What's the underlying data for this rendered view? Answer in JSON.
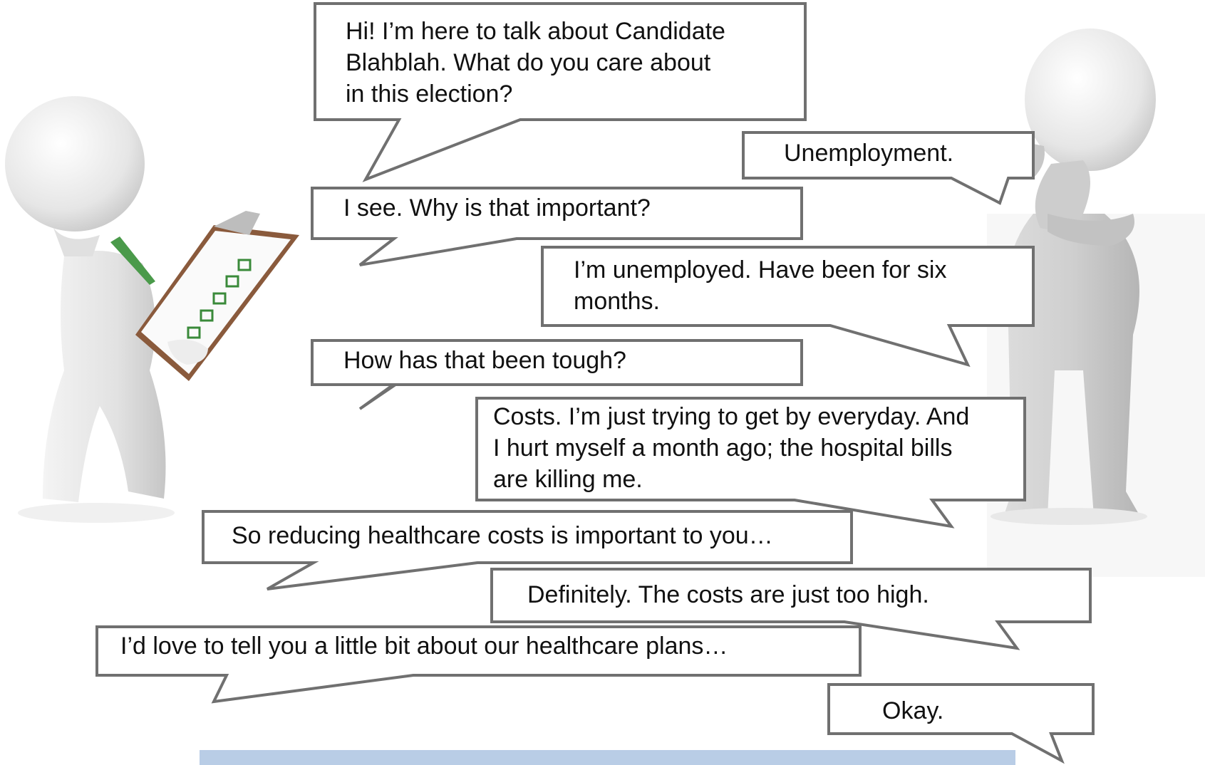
{
  "dialogue": [
    {
      "speaker": "canvasser",
      "text": "Hi! I’m here to talk about Candidate\nBlahblah. What do you care about\nin this election?"
    },
    {
      "speaker": "voter",
      "text": "Unemployment."
    },
    {
      "speaker": "canvasser",
      "text": "I see. Why is that important?"
    },
    {
      "speaker": "voter",
      "text": "I’m unemployed. Have been for six\nmonths."
    },
    {
      "speaker": "canvasser",
      "text": "How has that been tough?"
    },
    {
      "speaker": "voter",
      "text": "Costs. I’m just trying to get by everyday. And\nI hurt myself a month ago; the hospital bills\nare killing me."
    },
    {
      "speaker": "canvasser",
      "text": "So reducing healthcare costs is important to you…"
    },
    {
      "speaker": "voter",
      "text": "Definitely. The costs are just too high."
    },
    {
      "speaker": "canvasser",
      "text": "I’d love to tell you a little bit about our healthcare plans…"
    },
    {
      "speaker": "voter",
      "text": "Okay."
    }
  ],
  "style": {
    "bubble_fill": "#ffffff",
    "bubble_stroke": "#707070",
    "figure_color": "#e8e8e8",
    "clipboard_color": "#8a5a3c",
    "pen_color": "#4a9a4a",
    "footer_bar_color": "#b9cde6"
  },
  "icons": [
    "canvasser-figure-with-clipboard",
    "thinking-voter-figure"
  ]
}
